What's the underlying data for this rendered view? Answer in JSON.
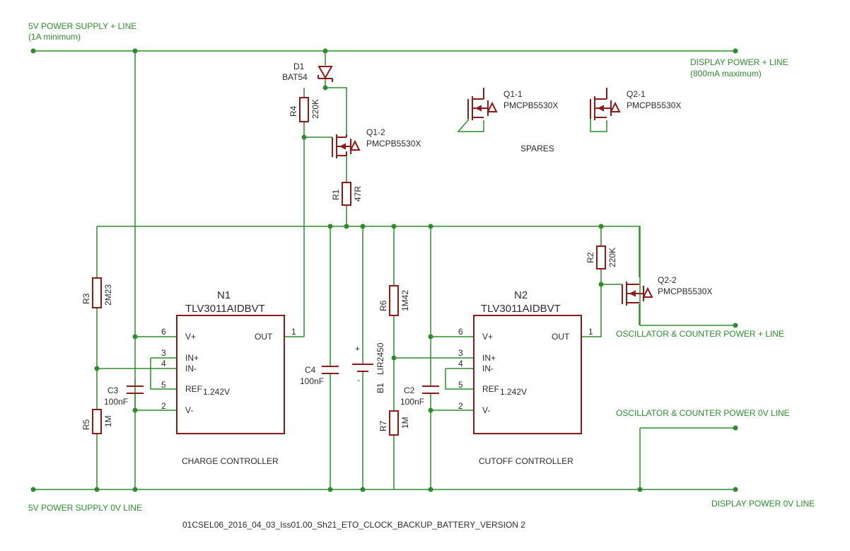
{
  "nets": {
    "supply_plus": "5V POWER SUPPLY + LINE",
    "supply_plus_note": "(1A minimum)",
    "display_plus": "DISPLAY  POWER + LINE",
    "display_plus_note": "(800mA maximum)",
    "supply_zero": "5V POWER SUPPLY 0V LINE",
    "display_zero": "DISPLAY POWER 0V LINE",
    "osc_plus": "OSCILLATOR & COUNTER POWER + LINE",
    "osc_zero": "OSCILLATOR & COUNTER POWER 0V LINE"
  },
  "components": {
    "d1": {
      "ref": "D1",
      "value": "BAT54"
    },
    "r4": {
      "ref": "R4",
      "value": "220K"
    },
    "q1_2": {
      "ref": "Q1-2",
      "value": "PMCPB5530X"
    },
    "r1": {
      "ref": "R1",
      "value": "47R"
    },
    "q1_1": {
      "ref": "Q1-1",
      "value": "PMCPB5530X"
    },
    "q2_1": {
      "ref": "Q2-1",
      "value": "PMCPB5530X"
    },
    "spares": "SPARES",
    "r2": {
      "ref": "R2",
      "value": "220K"
    },
    "q2_2": {
      "ref": "Q2-2",
      "value": "PMCPB5530X"
    },
    "r3": {
      "ref": "R3",
      "value": "2M23"
    },
    "r5": {
      "ref": "R5",
      "value": "1M"
    },
    "c3": {
      "ref": "C3",
      "value": "100nF"
    },
    "c4": {
      "ref": "C4",
      "value": "100nF"
    },
    "b1": {
      "ref": "B1",
      "value": "LIR2450",
      "plus": "+",
      "minus": "-"
    },
    "r6": {
      "ref": "R6",
      "value": "1M42"
    },
    "r7": {
      "ref": "R7",
      "value": "1M"
    },
    "c2": {
      "ref": "C2",
      "value": "100nF"
    }
  },
  "comparators": {
    "n1": {
      "ref": "N1",
      "part": "TLV3011AIDBVT",
      "caption": "CHARGE CONTROLLER",
      "pins": {
        "vplus": "V+",
        "inplus": "IN+",
        "inminus": "IN-",
        "ref": "REF",
        "refv": "1.242V",
        "vminus": "V-",
        "out": "OUT"
      },
      "pin_numbers": {
        "vplus": "6",
        "inplus": "3",
        "inminus": "4",
        "ref": "5",
        "vminus": "2",
        "out": "1"
      }
    },
    "n2": {
      "ref": "N2",
      "part": "TLV3011AIDBVT",
      "caption": "CUTOFF CONTROLLER",
      "pins": {
        "vplus": "V+",
        "inplus": "IN+",
        "inminus": "IN-",
        "ref": "REF",
        "refv": "1.242V",
        "vminus": "V-",
        "out": "OUT"
      },
      "pin_numbers": {
        "vplus": "6",
        "inplus": "3",
        "inminus": "4",
        "ref": "5",
        "vminus": "2",
        "out": "1"
      }
    }
  },
  "footer": "01CSEL06_2016_04_03_Iss01.00_Sh21_ETO_CLOCK_BACKUP_BATTERY_VERSION 2",
  "colors": {
    "wire": "#2e8b2e",
    "part": "#8b1a1a",
    "text": "#2a2a2a"
  }
}
